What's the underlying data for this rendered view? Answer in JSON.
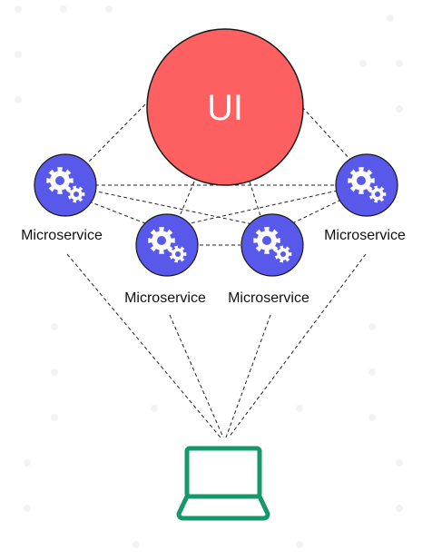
{
  "ui": {
    "label": "UI",
    "color": "#fe5f60"
  },
  "microservice_color": "#5858ea",
  "device_color": "#17986b",
  "microservices": [
    {
      "label": "Microservice",
      "icon": "gears-icon"
    },
    {
      "label": "Microservice",
      "icon": "gears-icon"
    },
    {
      "label": "Microservice",
      "icon": "gears-icon"
    },
    {
      "label": "Microservice",
      "icon": "gears-icon"
    }
  ],
  "device": {
    "icon": "laptop-icon"
  }
}
